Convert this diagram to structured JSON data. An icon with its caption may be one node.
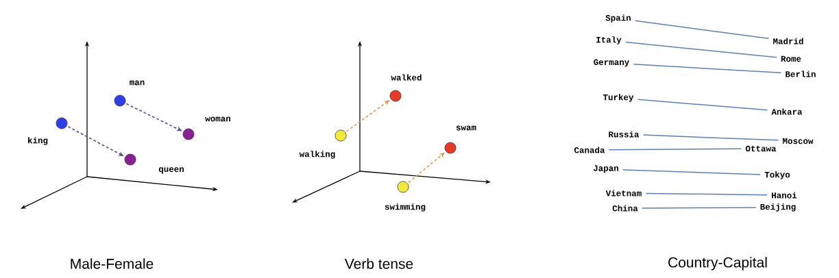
{
  "diagram": {
    "nodes": [
      {
        "text": [],
        "shape": "circle",
        "beside": [
          "king"
        ]
      },
      {
        "text": [],
        "shape": "circle",
        "beside": [
          "queen"
        ]
      },
      {
        "text": [],
        "shape": "circle",
        "beside": [
          "man"
        ]
      },
      {
        "text": [],
        "shape": "circle",
        "beside": [
          "woman"
        ]
      },
      {
        "text": [],
        "shape": "circle",
        "beside": [
          "walking"
        ]
      },
      {
        "text": [],
        "shape": "circle",
        "beside": [
          "walked"
        ]
      },
      {
        "text": [],
        "shape": "circle",
        "beside": [
          "swimming"
        ]
      },
      {
        "text": [],
        "shape": "circle",
        "beside": [
          "swam"
        ]
      },
      {
        "text": [
          "Spain"
        ]
      },
      {
        "text": [
          "Madrid"
        ]
      },
      {
        "text": [
          "Italy"
        ]
      },
      {
        "text": [
          "Rome"
        ]
      },
      {
        "text": [
          "Germany"
        ]
      },
      {
        "text": [
          "Berlin"
        ]
      },
      {
        "text": [
          "Turkey"
        ]
      },
      {
        "text": [
          "Ankara"
        ]
      },
      {
        "text": [
          "Russia"
        ]
      },
      {
        "text": [
          "Moscow"
        ]
      },
      {
        "text": [
          "Canada"
        ]
      },
      {
        "text": [
          "Ottawa"
        ]
      },
      {
        "text": [
          "Japan"
        ]
      },
      {
        "text": [
          "Tokyo"
        ]
      },
      {
        "text": [
          "Vietnam"
        ]
      },
      {
        "text": [
          "Hanoi"
        ]
      },
      {
        "text": [
          "China"
        ]
      },
      {
        "text": [
          "Beijing"
        ]
      }
    ],
    "edges": [
      {
        "from": 0,
        "to": 1,
        "arrow": "to",
        "style": "dashed",
        "color": "#5b4a8c"
      },
      {
        "from": 2,
        "to": 3,
        "arrow": "to",
        "style": "dashed",
        "color": "#5b4a8c"
      },
      {
        "from": 4,
        "to": 5,
        "arrow": "to",
        "style": "dashed",
        "color": "#e09a55"
      },
      {
        "from": 6,
        "to": 7,
        "arrow": "to",
        "style": "dashed",
        "color": "#e09a55"
      },
      {
        "from": 8,
        "to": 9,
        "arrow": "none"
      },
      {
        "from": 10,
        "to": 11,
        "arrow": "none"
      },
      {
        "from": 12,
        "to": 13,
        "arrow": "none"
      },
      {
        "from": 14,
        "to": 15,
        "arrow": "none"
      },
      {
        "from": 16,
        "to": 17,
        "arrow": "none"
      },
      {
        "from": 18,
        "to": 19,
        "arrow": "none"
      },
      {
        "from": 20,
        "to": 21,
        "arrow": "none"
      },
      {
        "from": 22,
        "to": 23,
        "arrow": "none"
      },
      {
        "from": 24,
        "to": 25,
        "arrow": "none"
      }
    ],
    "labels": [
      "Male-Female",
      "Verb tense",
      "Country-Capital"
    ]
  }
}
